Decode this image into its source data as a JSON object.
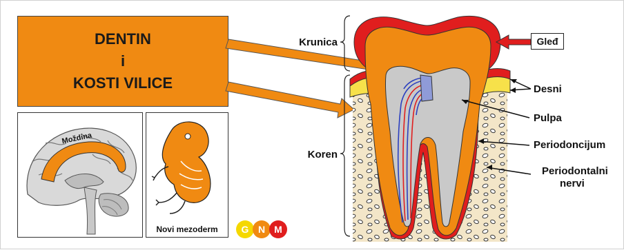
{
  "title": {
    "line1": "DENTIN",
    "line2": "i",
    "line3": "KOSTI VILICE"
  },
  "brain_panel": {
    "label": "Moždina"
  },
  "embryo_panel": {
    "caption": "Novi mezoderm"
  },
  "tooth_labels": {
    "krunica": "Krunica",
    "koren": "Koren",
    "gled": "Gleđ",
    "desni": "Desni",
    "pulpa": "Pulpa",
    "periodoncijum": "Periodoncijum",
    "periodontalni_line1": "Periodontalni",
    "periodontalni_line2": "nervi"
  },
  "logo": {
    "letters": [
      "G",
      "N",
      "M"
    ]
  },
  "colors": {
    "orange": "#f08a12",
    "enamel_red": "#e01e1e",
    "gum_yellow": "#f7e14a",
    "bone_beige": "#f3e6c8",
    "pulp_gray": "#c9c9c9",
    "nerve_blue": "#2b3fbf",
    "logo_yellow": "#f5d800",
    "logo_orange": "#f08a12",
    "logo_red": "#e01e1e"
  }
}
